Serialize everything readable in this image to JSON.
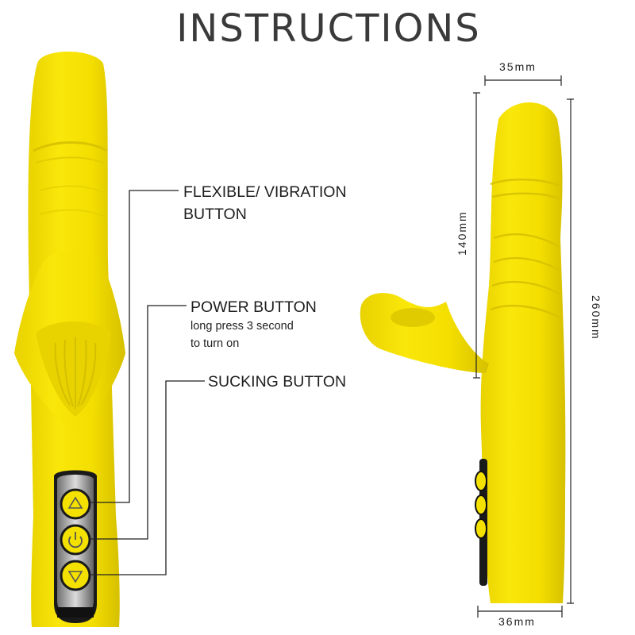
{
  "title": "INSTRUCTIONS",
  "callouts": {
    "flex_vibration": {
      "line1": "FLEXIBLE/ VIBRATION",
      "line2": "BUTTON"
    },
    "power": {
      "label": "POWER BUTTON",
      "note1": "long press 3 second",
      "note2": "to turn on"
    },
    "sucking": {
      "label": "SUCKING BUTTON"
    }
  },
  "dimensions": {
    "top_width": "35mm",
    "bottom_width": "36mm",
    "insertable_length": "140mm",
    "total_length": "260mm"
  },
  "colors": {
    "product": "#f5e100",
    "product_shadow": "#d9c400",
    "lines": "#222222",
    "title": "#3a3a3a"
  }
}
